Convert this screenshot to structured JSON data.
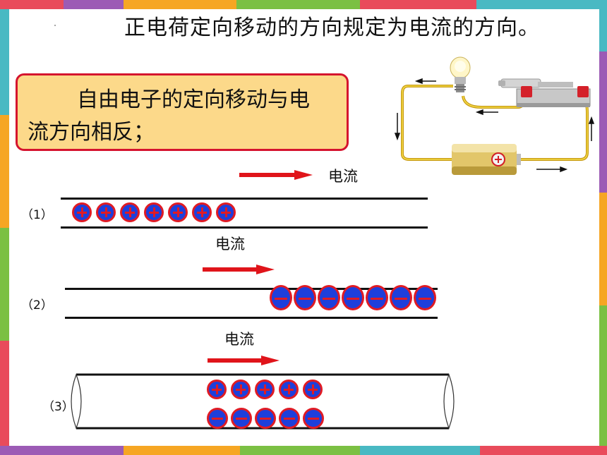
{
  "title": "正电荷定向移动的方向规定为电流的方向。",
  "note_box": {
    "line1": "自由电子的定向移动与电",
    "line2": "流方向相反；"
  },
  "current_label": "电流",
  "cases": [
    {
      "label": "（1）",
      "charge": "positive",
      "count": 7
    },
    {
      "label": "（2）",
      "charge": "negative",
      "count": 7
    },
    {
      "label": "（3）",
      "charges": [
        {
          "charge": "positive",
          "count": 5
        },
        {
          "charge": "negative",
          "count": 5
        }
      ]
    }
  ],
  "colors": {
    "box_fill": "#FCD98A",
    "box_border": "#D5132E",
    "arrow": "#E0141A",
    "charge_fill": "#1E3FDB",
    "charge_ring": "#E01B24"
  }
}
